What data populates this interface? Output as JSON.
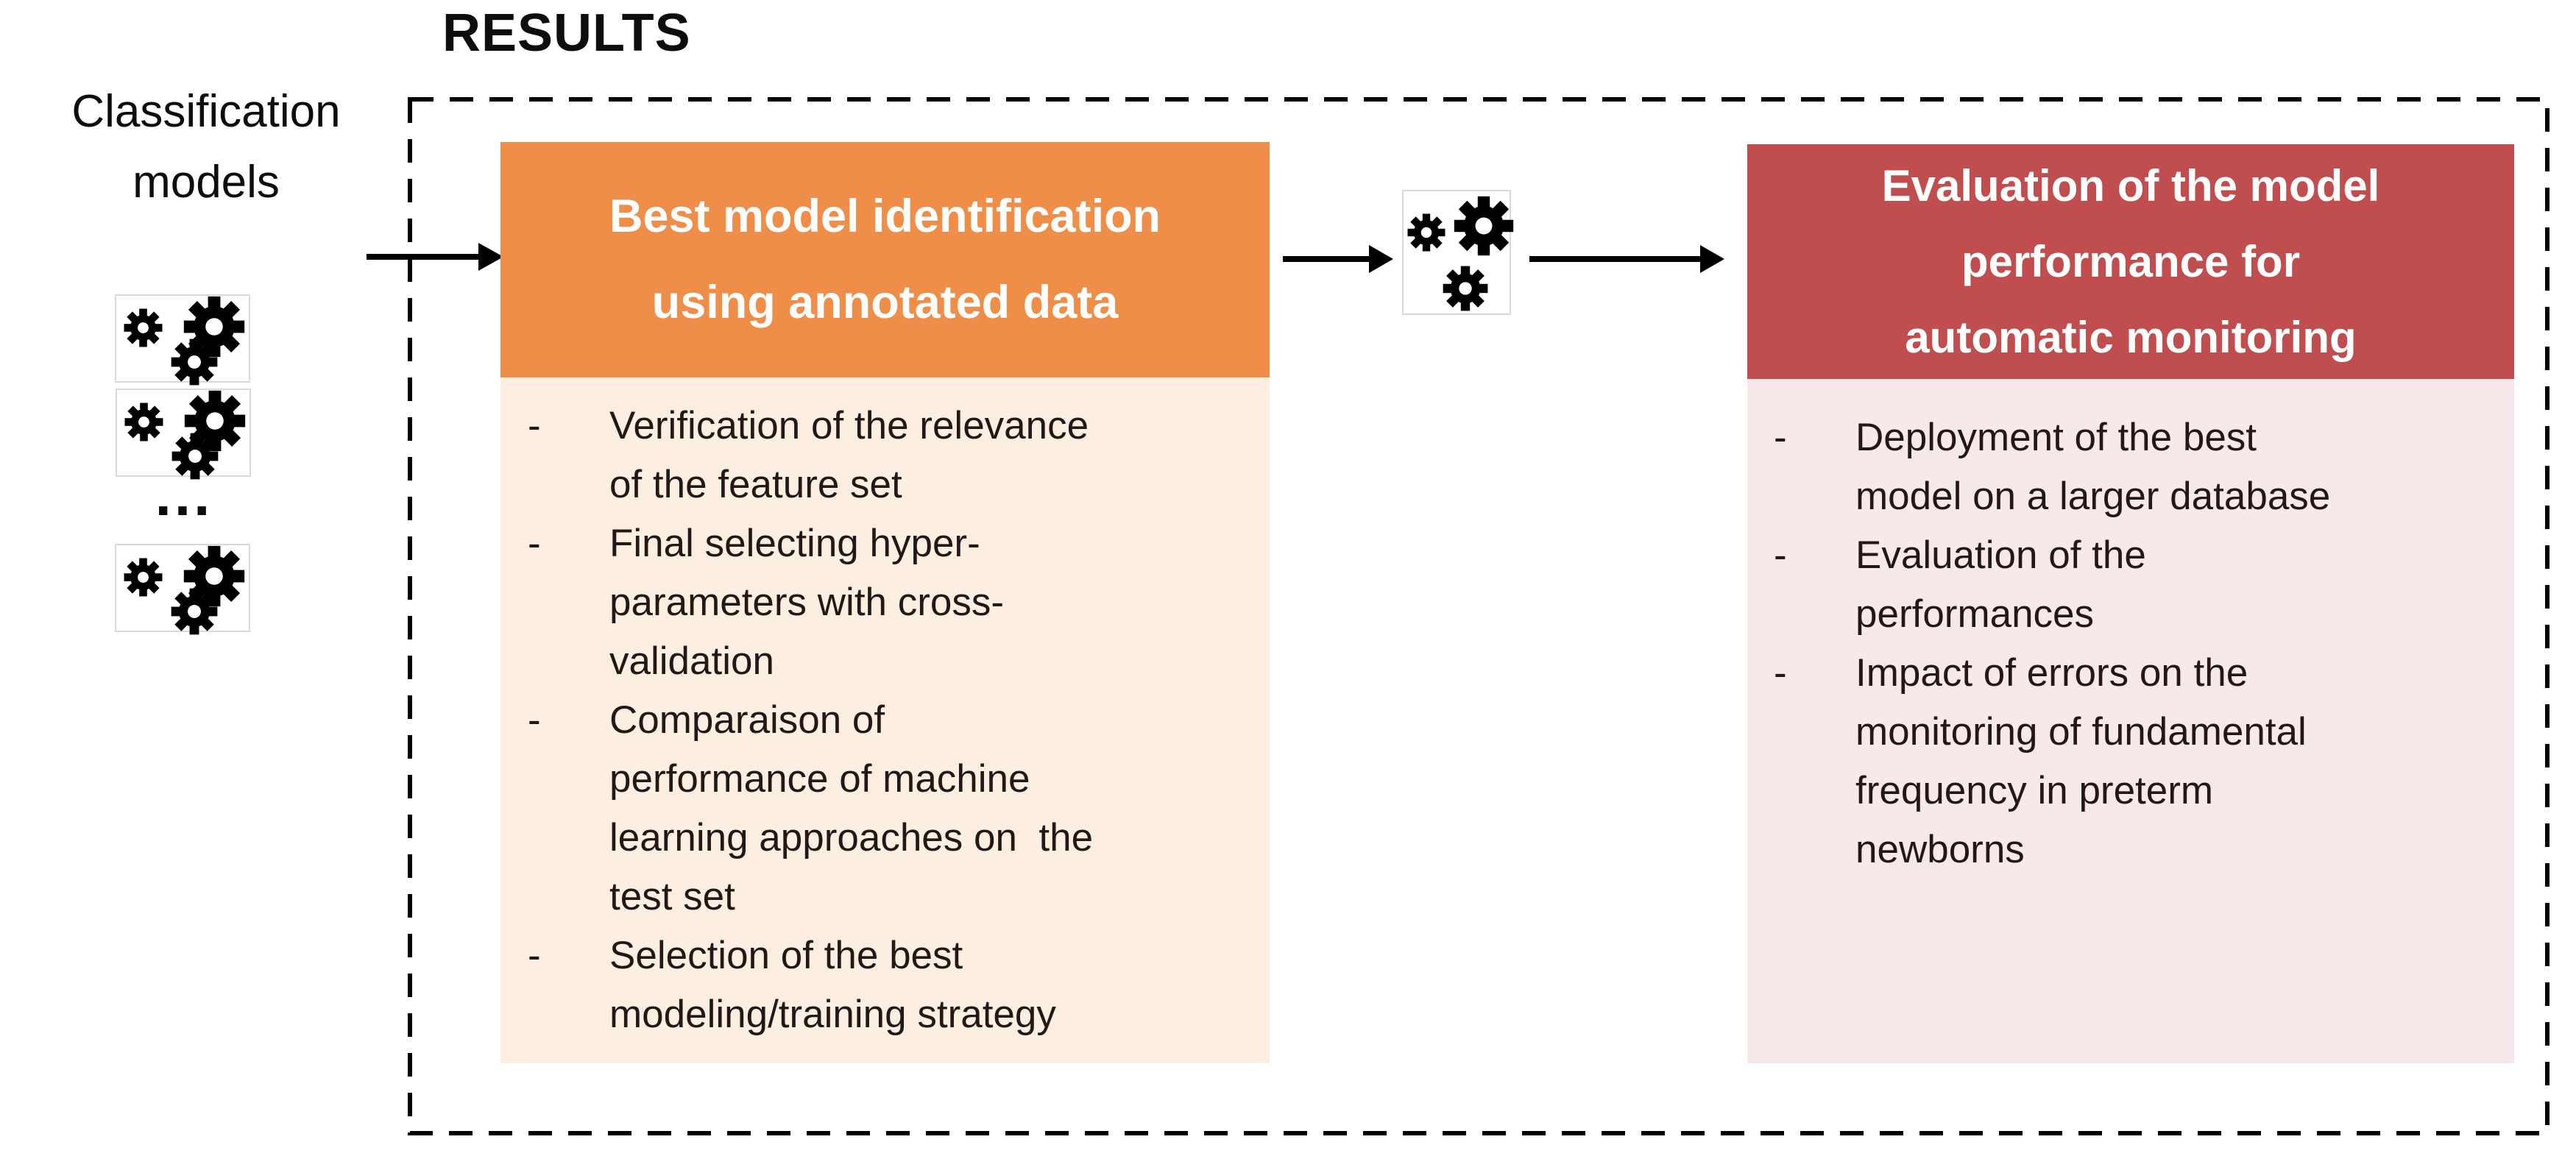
{
  "colors": {
    "orange": "#EF8E49",
    "cream": "#FCEFE2",
    "red": "#C04E4E",
    "pink": "#F7E9E9",
    "ink": "#231815",
    "black": "#0D0D0D",
    "box_border": "#D9D9D9"
  },
  "header": {
    "results": "RESULTS"
  },
  "input": {
    "label": "Classification\nmodels",
    "ellipsis": "..."
  },
  "bullet_char": "-",
  "step1": {
    "title": "Best model identification\nusing annotated data",
    "items": [
      "Verification of the relevance\nof the feature set",
      "Final selecting hyper-\nparameters with cross-\nvalidation",
      "Comparaison of\nperformance of machine\nlearning approaches on  the\ntest set",
      "Selection of the best\nmodeling/training strategy"
    ]
  },
  "step2": {
    "title": "Evaluation of the model\nperformance for\nautomatic monitoring",
    "items": [
      "Deployment of the best\nmodel on a larger database",
      "Evaluation of the\nperformances",
      "Impact of errors on the\nmonitoring of fundamental\nfrequency in preterm\nnewborns"
    ]
  }
}
